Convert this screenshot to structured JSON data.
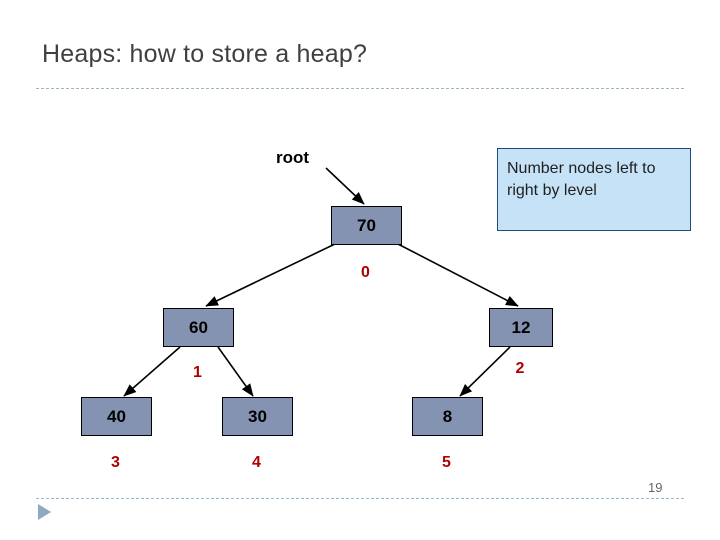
{
  "slide": {
    "title": "Heaps: how to store a heap?",
    "number": "19",
    "root_label": "root",
    "callout_text": "Number nodes left to right by level",
    "nav_icon": "play-triangle-icon",
    "colors": {
      "node_fill": "#8493b1",
      "node_border": "#000000",
      "index_text": "#b00000",
      "callout_fill": "#c5e2f7",
      "callout_border": "#22497a",
      "title_text": "#404040",
      "rule": "#9bb7cc"
    }
  },
  "tree": {
    "nodes": [
      {
        "value": "70",
        "index": "0"
      },
      {
        "value": "60",
        "index": "1"
      },
      {
        "value": "12",
        "index": "2"
      },
      {
        "value": "40",
        "index": "3"
      },
      {
        "value": "30",
        "index": "4"
      },
      {
        "value": "8",
        "index": "5"
      }
    ]
  }
}
